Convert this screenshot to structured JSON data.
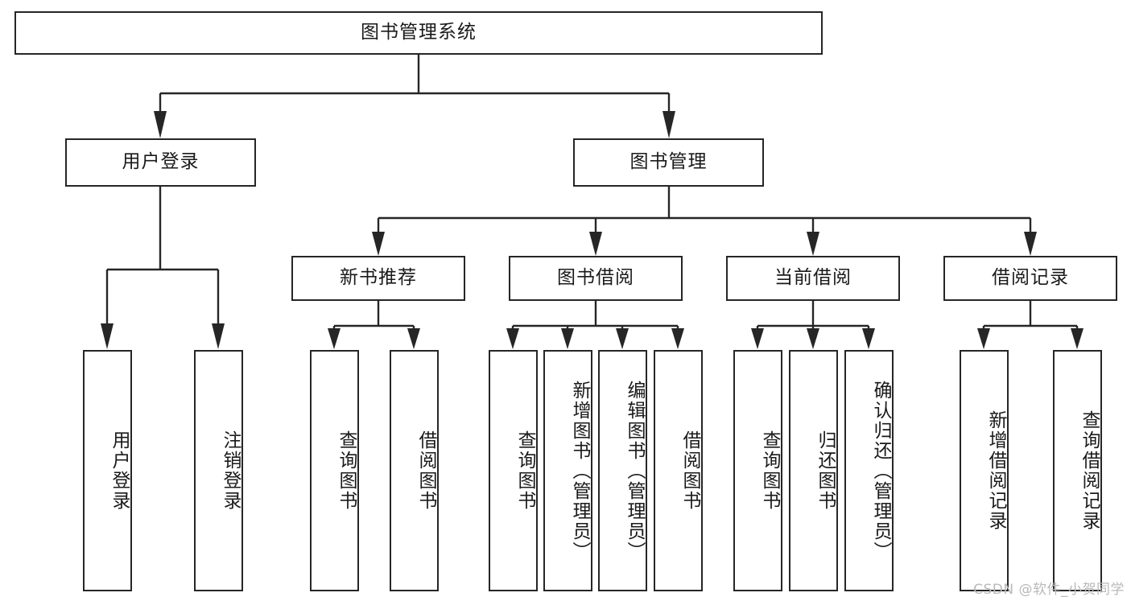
{
  "diagram": {
    "title": "图书管理系统",
    "type": "tree-hierarchy",
    "colors": {
      "stroke": "#262626",
      "fill": "#ffffff",
      "text": "#1a1a1a",
      "watermark": "#b9b9b9"
    },
    "root": {
      "label": "图书管理系统"
    },
    "level2": [
      {
        "label": "用户登录"
      },
      {
        "label": "图书管理"
      }
    ],
    "level3": [
      {
        "label": "新书推荐"
      },
      {
        "label": "图书借阅"
      },
      {
        "label": "当前借阅"
      },
      {
        "label": "借阅记录"
      }
    ],
    "leaves": {
      "user_login": [
        {
          "label": "用户登录"
        },
        {
          "label": "注销登录"
        }
      ],
      "new_book_recommend": [
        {
          "label": "查询图书"
        },
        {
          "label": "借阅图书"
        }
      ],
      "book_borrow": [
        {
          "label": "查询图书"
        },
        {
          "label": "新增图书（管理员）"
        },
        {
          "label": "编辑图书（管理员）"
        },
        {
          "label": "借阅图书"
        }
      ],
      "current_borrow": [
        {
          "label": "查询图书"
        },
        {
          "label": "归还图书"
        },
        {
          "label": "确认归还（管理员）"
        }
      ],
      "borrow_record": [
        {
          "label": "新增借阅记录"
        },
        {
          "label": "查询借阅记录"
        }
      ]
    }
  },
  "watermark": {
    "text": "CSDN @软件_小贺同学"
  }
}
